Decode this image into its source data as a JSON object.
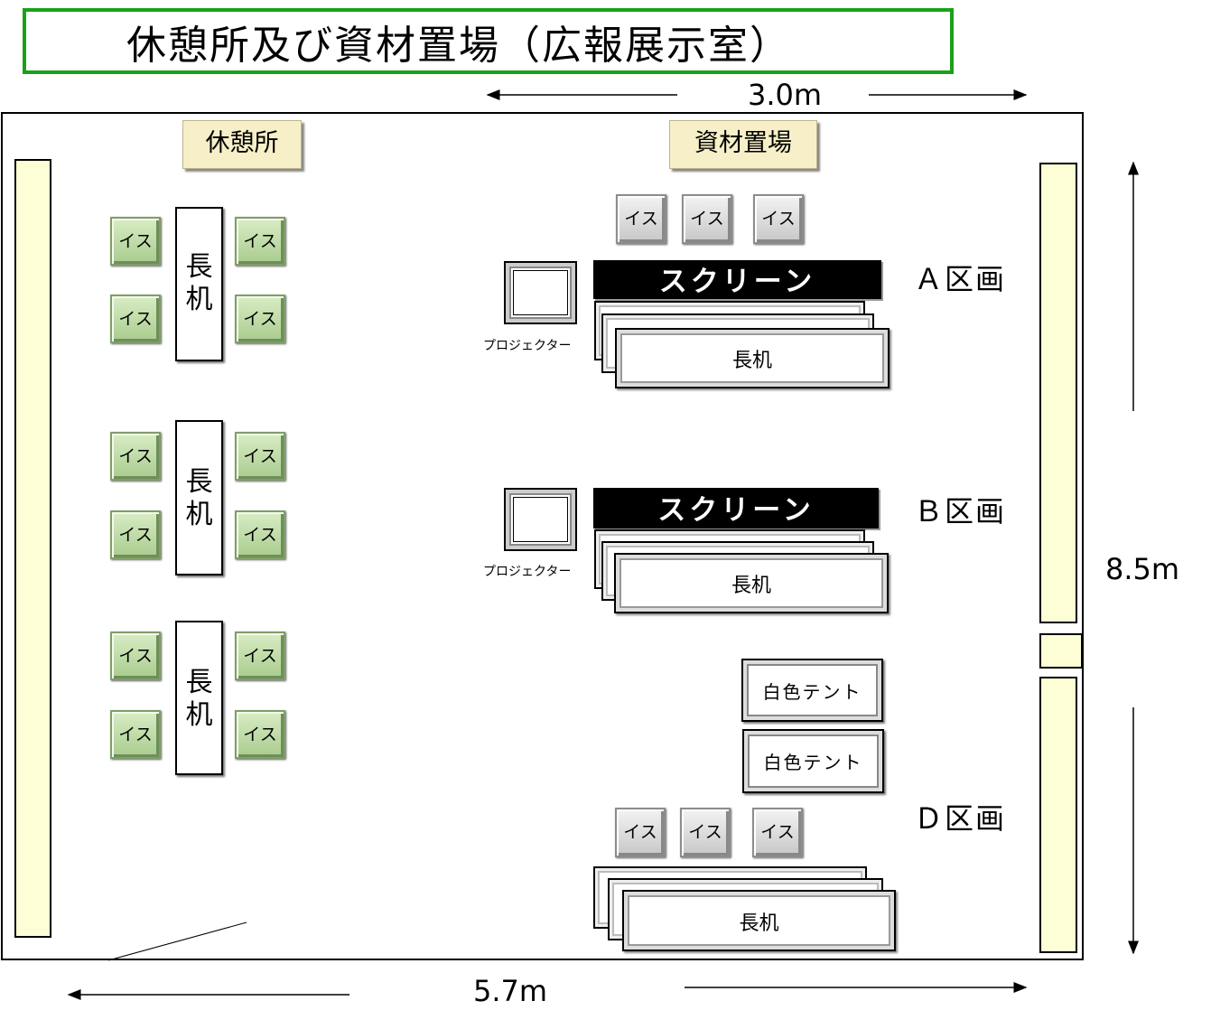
{
  "title": "休憩所及び資材置場（広報展示室）",
  "labels": {
    "rest_area": "休憩所",
    "storage": "資材置場"
  },
  "dimensions": {
    "top": "3.0m",
    "bottom": "5.7m",
    "right": "8.5m"
  },
  "chair": "イス",
  "long_desk": "長机",
  "screen": "スクリーン",
  "projector": "プロジェクター",
  "white_tent": "白色テント",
  "sections": {
    "a": "Ａ区画",
    "b": "Ｂ区画",
    "d": "Ｄ区画"
  },
  "colors": {
    "title_border": "#1aa11a",
    "chair_green": "#b5d69b",
    "chair_gray": "#d6d6d6",
    "strip": "#fefed6",
    "label_bg": "#f7efc8"
  }
}
